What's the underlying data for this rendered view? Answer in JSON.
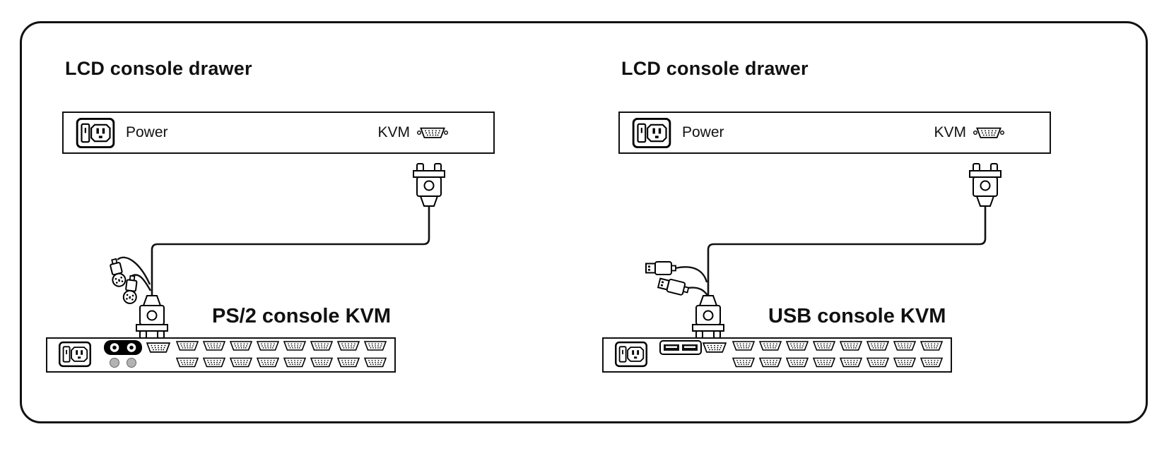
{
  "colors": {
    "line": "#111111",
    "background": "#ffffff",
    "port_dark": "#000000",
    "port_grey": "#b3b3b3"
  },
  "icons": {
    "power_inlet": "ac-power-inlet-icon",
    "vga_port": "vga-db15-port-icon",
    "vga_connector_up": "vga-connector-male-up-icon",
    "vga_connector_down": "vga-connector-male-down-icon",
    "ps2_plug": "ps2-plug-icon",
    "usb_plug": "usb-plug-icon"
  },
  "panels": [
    {
      "id": "ps2",
      "title": "LCD console drawer",
      "drawer": {
        "power_label": "Power",
        "kvm_label": "KVM"
      },
      "kvm_title": "PS/2 console KVM",
      "console_type": "PS/2"
    },
    {
      "id": "usb",
      "title": "LCD console drawer",
      "drawer": {
        "power_label": "Power",
        "kvm_label": "KVM"
      },
      "kvm_title": "USB console KVM",
      "console_type": "USB"
    }
  ]
}
